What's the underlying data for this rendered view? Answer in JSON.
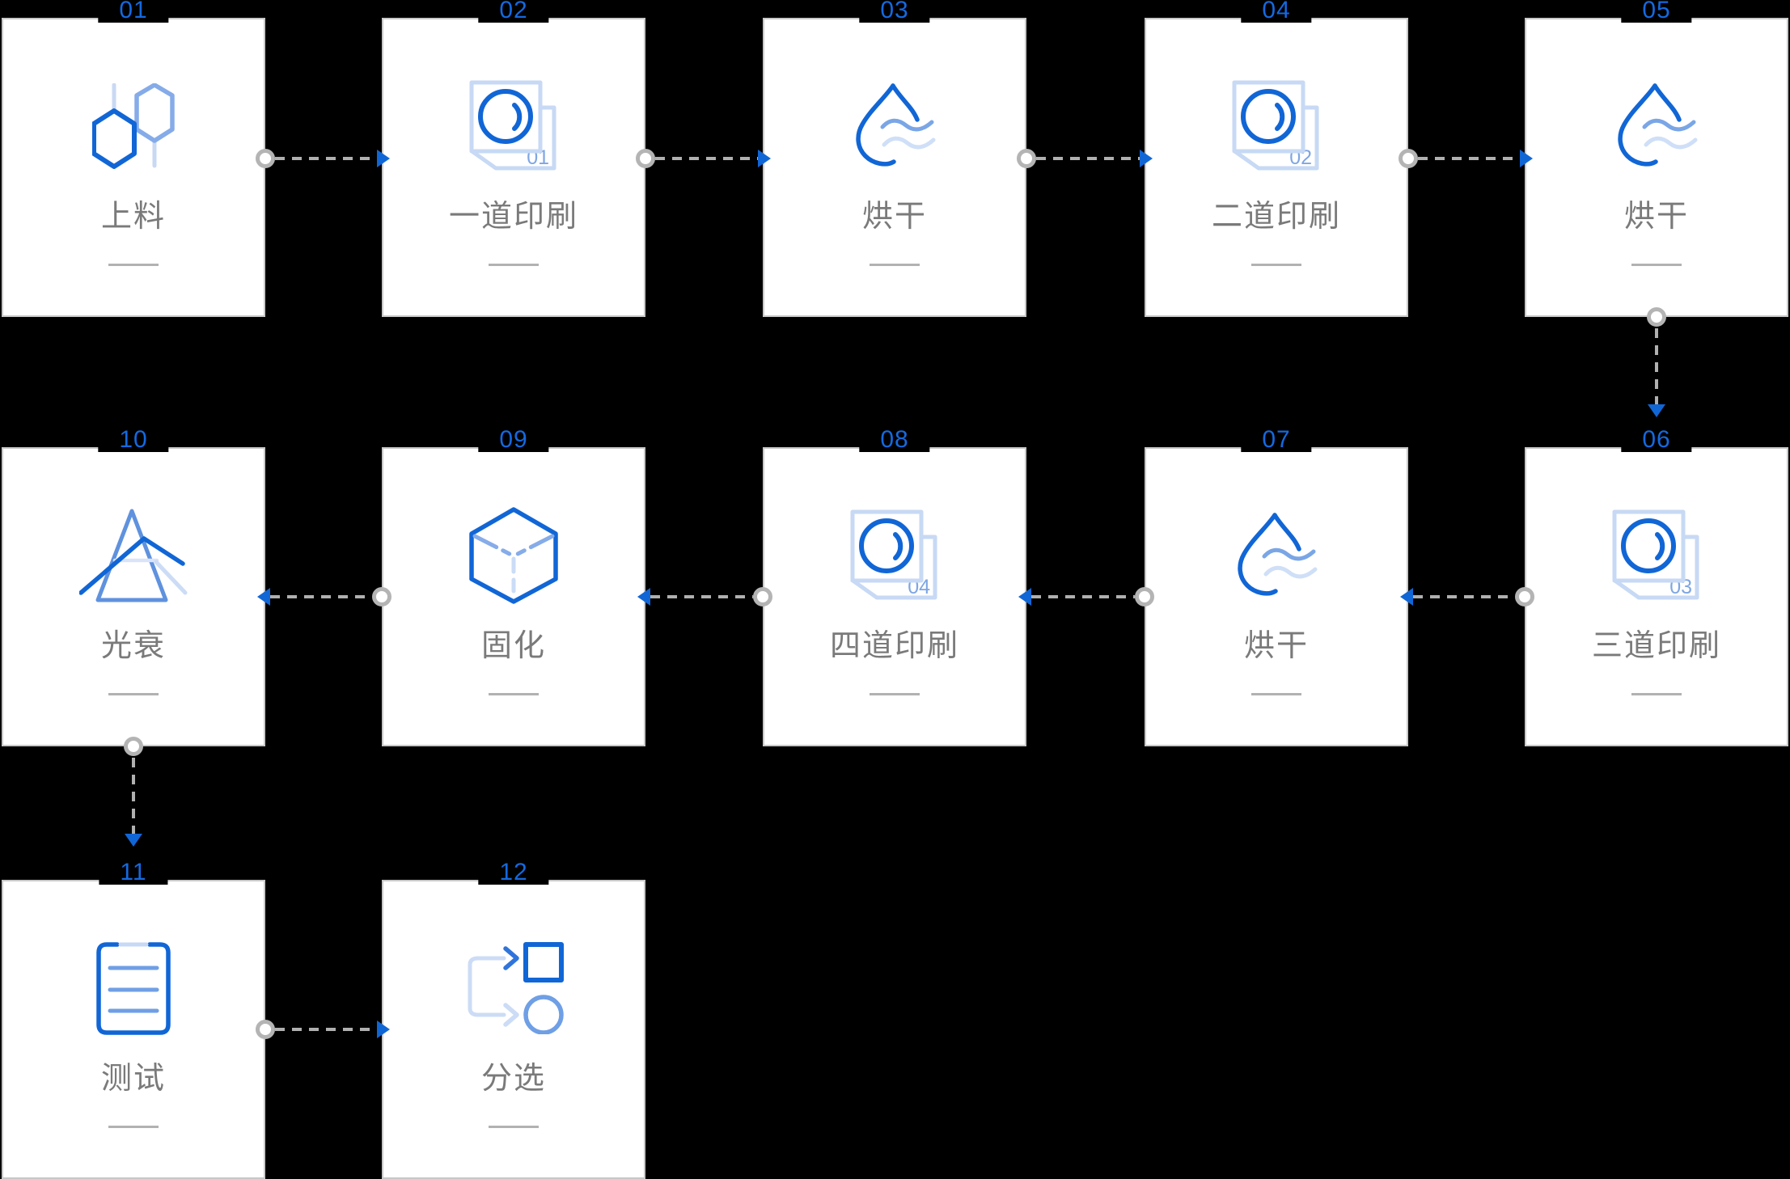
{
  "diagram": {
    "background_color": "#000000",
    "card_color": "#ffffff",
    "accent_color": "#1469e0",
    "label_color": "#7a7a7a",
    "steps": [
      {
        "number": "01",
        "label": "上料",
        "icon": "molecule-icon"
      },
      {
        "number": "02",
        "label": "一道印刷",
        "icon": "print-pass-icon",
        "print_pass_number": "01"
      },
      {
        "number": "03",
        "label": "烘干",
        "icon": "drying-drop-icon"
      },
      {
        "number": "04",
        "label": "二道印刷",
        "icon": "print-pass-icon",
        "print_pass_number": "02"
      },
      {
        "number": "05",
        "label": "烘干",
        "icon": "drying-drop-icon"
      },
      {
        "number": "06",
        "label": "三道印刷",
        "icon": "print-pass-icon",
        "print_pass_number": "03"
      },
      {
        "number": "07",
        "label": "烘干",
        "icon": "drying-drop-icon"
      },
      {
        "number": "08",
        "label": "四道印刷",
        "icon": "print-pass-icon",
        "print_pass_number": "04"
      },
      {
        "number": "09",
        "label": "固化",
        "icon": "cube-icon"
      },
      {
        "number": "10",
        "label": "光衰",
        "icon": "prism-icon"
      },
      {
        "number": "11",
        "label": "测试",
        "icon": "test-report-icon"
      },
      {
        "number": "12",
        "label": "分选",
        "icon": "sorting-icon"
      }
    ],
    "connections": [
      {
        "from": "01",
        "to": "02",
        "direction": "right"
      },
      {
        "from": "02",
        "to": "03",
        "direction": "right"
      },
      {
        "from": "03",
        "to": "04",
        "direction": "right"
      },
      {
        "from": "04",
        "to": "05",
        "direction": "right"
      },
      {
        "from": "05",
        "to": "06",
        "direction": "down"
      },
      {
        "from": "06",
        "to": "07",
        "direction": "left"
      },
      {
        "from": "07",
        "to": "08",
        "direction": "left"
      },
      {
        "from": "08",
        "to": "09",
        "direction": "left"
      },
      {
        "from": "09",
        "to": "10",
        "direction": "left"
      },
      {
        "from": "10",
        "to": "11",
        "direction": "down"
      },
      {
        "from": "11",
        "to": "12",
        "direction": "right"
      }
    ]
  }
}
